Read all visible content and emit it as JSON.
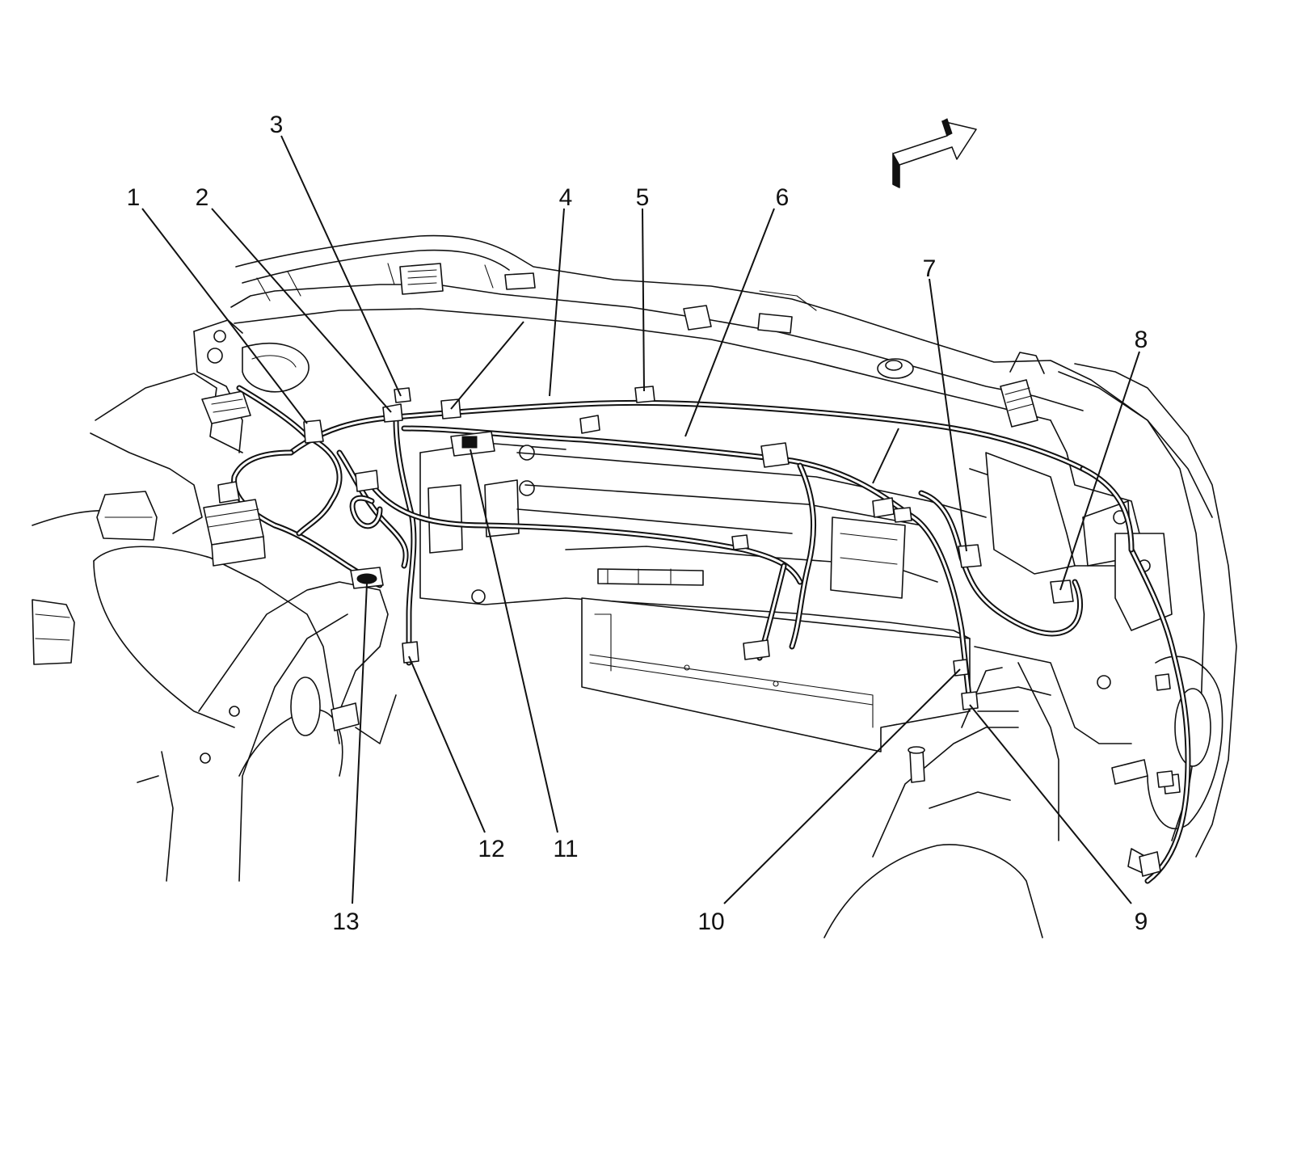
{
  "diagram": {
    "callouts": [
      {
        "id": "callout-1",
        "label": "1"
      },
      {
        "id": "callout-2",
        "label": "2"
      },
      {
        "id": "callout-3",
        "label": "3"
      },
      {
        "id": "callout-4",
        "label": "4"
      },
      {
        "id": "callout-5",
        "label": "5"
      },
      {
        "id": "callout-6",
        "label": "6"
      },
      {
        "id": "callout-7",
        "label": "7"
      },
      {
        "id": "callout-8",
        "label": "8"
      },
      {
        "id": "callout-9",
        "label": "9"
      },
      {
        "id": "callout-10",
        "label": "10"
      },
      {
        "id": "callout-11",
        "label": "11"
      },
      {
        "id": "callout-12",
        "label": "12"
      },
      {
        "id": "callout-13",
        "label": "13"
      }
    ],
    "direction_arrow": "forward-arrow-icon",
    "colors": {
      "ink": "#111111",
      "background": "#ffffff"
    }
  }
}
